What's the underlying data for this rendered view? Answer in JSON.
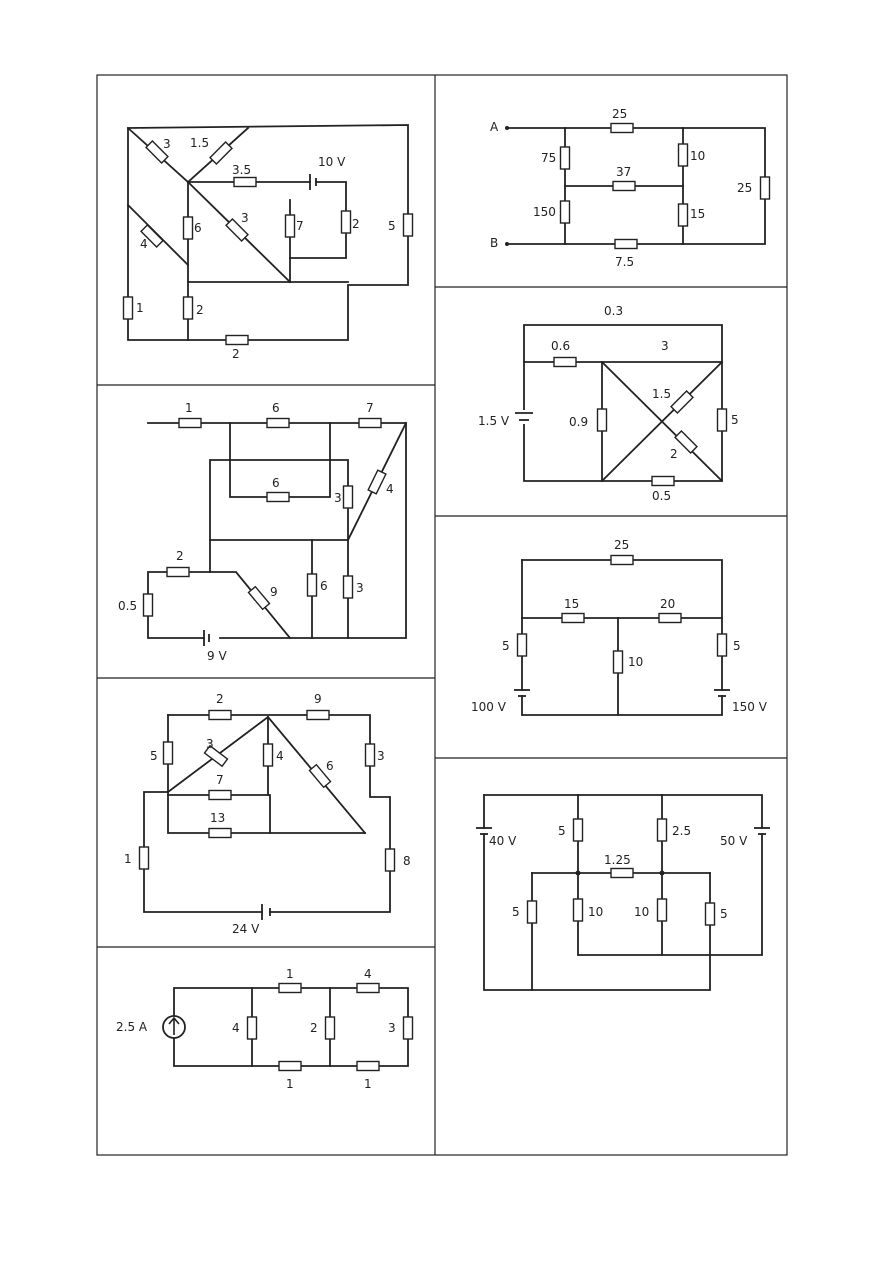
{
  "circuits": {
    "c1": {
      "labels": [
        "3",
        "1.5",
        "3.5",
        "10 V",
        "6",
        "3",
        "7",
        "2",
        "5",
        "4",
        "1",
        "2",
        "2"
      ]
    },
    "c2": {
      "labels": [
        "A",
        "B",
        "25",
        "75",
        "37",
        "10",
        "25",
        "150",
        "15",
        "7.5"
      ]
    },
    "c3": {
      "labels": [
        "0.3",
        "0.6",
        "3",
        "1.5",
        "1.5 V",
        "0.9",
        "5",
        "2",
        "0.5"
      ]
    },
    "c4": {
      "labels": [
        "1",
        "6",
        "7",
        "6",
        "3",
        "4",
        "2",
        "9",
        "6",
        "3",
        "0.5",
        "9 V"
      ]
    },
    "c5": {
      "labels": [
        "25",
        "15",
        "20",
        "5",
        "10",
        "5",
        "100 V",
        "150 V"
      ]
    },
    "c6": {
      "labels": [
        "2",
        "9",
        "5",
        "3",
        "4",
        "6",
        "3",
        "7",
        "13",
        "1",
        "8",
        "24 V"
      ]
    },
    "c7": {
      "labels": [
        "5",
        "2.5",
        "40 V",
        "50 V",
        "1.25",
        "5",
        "10",
        "10",
        "5"
      ]
    },
    "c8": {
      "labels": [
        "1",
        "4",
        "2.5 A",
        "4",
        "2",
        "3",
        "1",
        "1"
      ]
    }
  }
}
